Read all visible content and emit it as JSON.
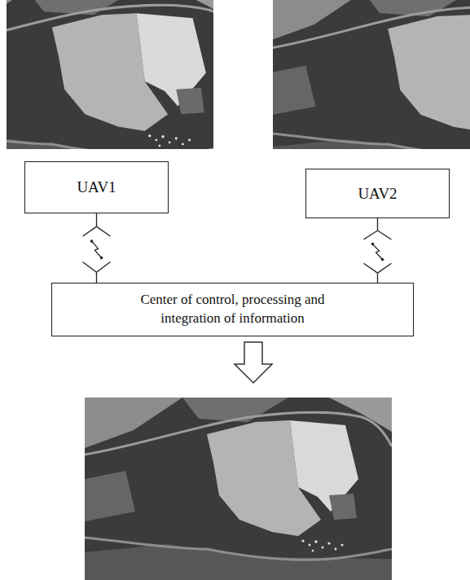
{
  "diagram": {
    "nodes": [
      {
        "text": [
          "UAV1"
        ]
      },
      {
        "text": [
          "UAV2"
        ]
      },
      {
        "text": [
          "Center of control, processing and integration of information"
        ]
      }
    ],
    "edges": [
      {
        "from": 0,
        "to": 2,
        "arrow": "none"
      },
      {
        "from": 1,
        "to": 2,
        "arrow": "none"
      }
    ]
  }
}
